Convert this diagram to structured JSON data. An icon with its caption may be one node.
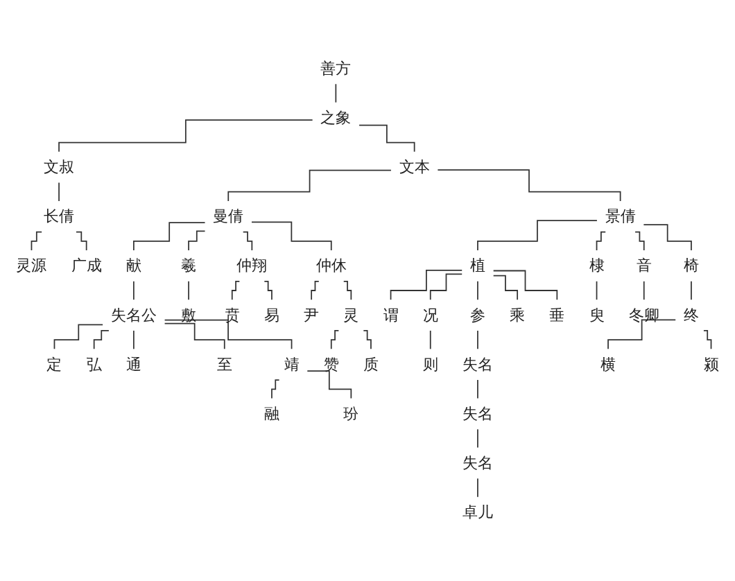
{
  "diagram": {
    "nodes": [
      {
        "text": [
          "善方"
        ]
      },
      {
        "text": [
          "之象"
        ]
      },
      {
        "text": [
          "文叔"
        ]
      },
      {
        "text": [
          "文本"
        ]
      },
      {
        "text": [
          "长倩"
        ]
      },
      {
        "text": [
          "曼倩"
        ]
      },
      {
        "text": [
          "景倩"
        ]
      },
      {
        "text": [
          "灵源"
        ]
      },
      {
        "text": [
          "广成"
        ]
      },
      {
        "text": [
          "献"
        ]
      },
      {
        "text": [
          "羲"
        ]
      },
      {
        "text": [
          "仲翔"
        ]
      },
      {
        "text": [
          "仲休"
        ]
      },
      {
        "text": [
          "植"
        ]
      },
      {
        "text": [
          "棣"
        ]
      },
      {
        "text": [
          "音"
        ]
      },
      {
        "text": [
          "椅"
        ]
      },
      {
        "text": [
          "失名公"
        ]
      },
      {
        "text": [
          "敷"
        ]
      },
      {
        "text": [
          "贲"
        ]
      },
      {
        "text": [
          "易"
        ]
      },
      {
        "text": [
          "尹"
        ]
      },
      {
        "text": [
          "灵"
        ]
      },
      {
        "text": [
          "谓"
        ]
      },
      {
        "text": [
          "况"
        ]
      },
      {
        "text": [
          "参"
        ]
      },
      {
        "text": [
          "乘"
        ]
      },
      {
        "text": [
          "垂"
        ]
      },
      {
        "text": [
          "臾"
        ]
      },
      {
        "text": [
          "冬卿"
        ]
      },
      {
        "text": [
          "终"
        ]
      },
      {
        "text": [
          "定"
        ]
      },
      {
        "text": [
          "弘"
        ]
      },
      {
        "text": [
          "通"
        ]
      },
      {
        "text": [
          "至"
        ]
      },
      {
        "text": [
          "靖"
        ]
      },
      {
        "text": [
          "赞"
        ]
      },
      {
        "text": [
          "质"
        ]
      },
      {
        "text": [
          "横"
        ]
      },
      {
        "text": [
          "颍"
        ]
      },
      {
        "text": [
          "融"
        ]
      },
      {
        "text": [
          "玢"
        ]
      },
      {
        "text": [
          "则"
        ]
      },
      {
        "text": [
          "失名"
        ]
      },
      {
        "text": [
          "失名"
        ]
      },
      {
        "text": [
          "失名"
        ]
      },
      {
        "text": [
          "卓儿"
        ]
      }
    ],
    "edges": [
      {
        "from": 0,
        "to": 1,
        "arrow": "none"
      },
      {
        "from": 1,
        "to": 2,
        "arrow": "none"
      },
      {
        "from": 1,
        "to": 3,
        "arrow": "none"
      },
      {
        "from": 2,
        "to": 4,
        "arrow": "none"
      },
      {
        "from": 3,
        "to": 5,
        "arrow": "none"
      },
      {
        "from": 3,
        "to": 6,
        "arrow": "none"
      },
      {
        "from": 4,
        "to": 7,
        "arrow": "none"
      },
      {
        "from": 4,
        "to": 8,
        "arrow": "none"
      },
      {
        "from": 5,
        "to": 9,
        "arrow": "none"
      },
      {
        "from": 5,
        "to": 10,
        "arrow": "none"
      },
      {
        "from": 5,
        "to": 11,
        "arrow": "none"
      },
      {
        "from": 5,
        "to": 12,
        "arrow": "none"
      },
      {
        "from": 6,
        "to": 13,
        "arrow": "none"
      },
      {
        "from": 6,
        "to": 14,
        "arrow": "none"
      },
      {
        "from": 6,
        "to": 15,
        "arrow": "none"
      },
      {
        "from": 6,
        "to": 16,
        "arrow": "none"
      },
      {
        "from": 9,
        "to": 17,
        "arrow": "none"
      },
      {
        "from": 10,
        "to": 18,
        "arrow": "none"
      },
      {
        "from": 11,
        "to": 19,
        "arrow": "none"
      },
      {
        "from": 11,
        "to": 20,
        "arrow": "none"
      },
      {
        "from": 12,
        "to": 21,
        "arrow": "none"
      },
      {
        "from": 12,
        "to": 22,
        "arrow": "none"
      },
      {
        "from": 13,
        "to": 23,
        "arrow": "none"
      },
      {
        "from": 13,
        "to": 24,
        "arrow": "none"
      },
      {
        "from": 13,
        "to": 25,
        "arrow": "none"
      },
      {
        "from": 13,
        "to": 26,
        "arrow": "none"
      },
      {
        "from": 13,
        "to": 27,
        "arrow": "none"
      },
      {
        "from": 14,
        "to": 28,
        "arrow": "none"
      },
      {
        "from": 15,
        "to": 29,
        "arrow": "none"
      },
      {
        "from": 16,
        "to": 30,
        "arrow": "none"
      },
      {
        "from": 17,
        "to": 31,
        "arrow": "none"
      },
      {
        "from": 17,
        "to": 32,
        "arrow": "none"
      },
      {
        "from": 17,
        "to": 33,
        "arrow": "none"
      },
      {
        "from": 17,
        "to": 34,
        "arrow": "none"
      },
      {
        "from": 17,
        "to": 35,
        "arrow": "none"
      },
      {
        "from": 22,
        "to": 36,
        "arrow": "none"
      },
      {
        "from": 22,
        "to": 37,
        "arrow": "none"
      },
      {
        "from": 30,
        "to": 38,
        "arrow": "none"
      },
      {
        "from": 30,
        "to": 39,
        "arrow": "none"
      },
      {
        "from": 35,
        "to": 40,
        "arrow": "none"
      },
      {
        "from": 35,
        "to": 41,
        "arrow": "none"
      },
      {
        "from": 24,
        "to": 42,
        "arrow": "none"
      },
      {
        "from": 25,
        "to": 43,
        "arrow": "none"
      },
      {
        "from": 43,
        "to": 44,
        "arrow": "none"
      },
      {
        "from": 44,
        "to": 45,
        "arrow": "none"
      },
      {
        "from": 45,
        "to": 46,
        "arrow": "none"
      }
    ]
  }
}
